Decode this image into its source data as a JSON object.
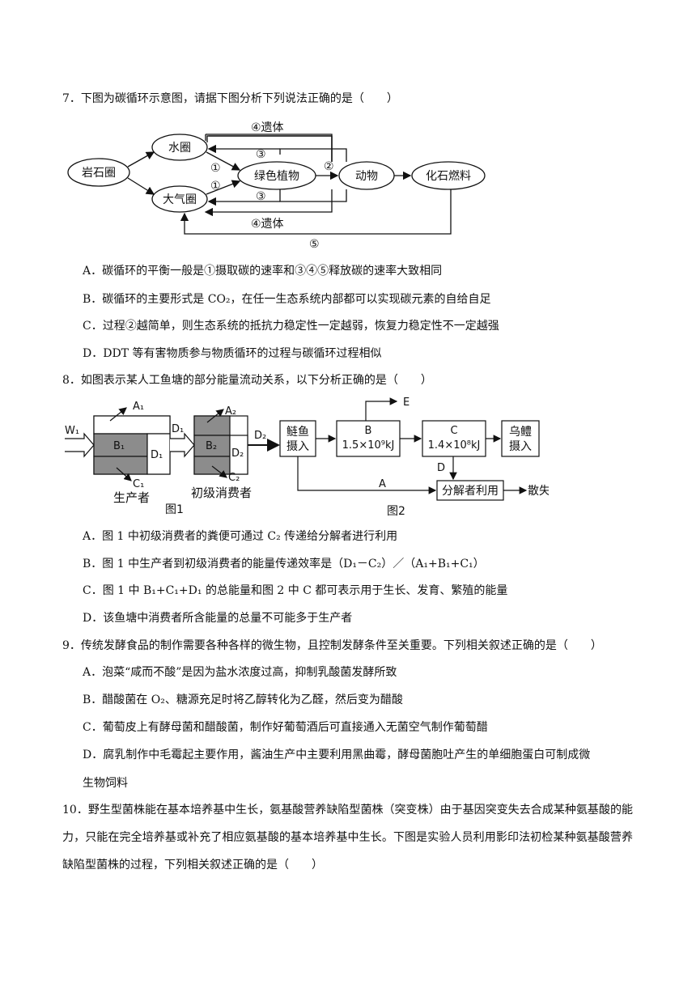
{
  "q7": {
    "stem": "7．下图为碳循环示意图，请据下图分析下列说法正确的是（　　）",
    "diagram": {
      "nodes": {
        "rock": "岩石圈",
        "water": "水圈",
        "atmosphere": "大气圈",
        "plants": "绿色植物",
        "animals": "动物",
        "fuel": "化石燃料"
      },
      "labels": {
        "remains_top": "④遗体",
        "remains_bottom": "④遗体",
        "n3_top": "③",
        "n3_bottom": "③",
        "n1_top": "①",
        "n1_bottom": "①",
        "n2": "②",
        "n5": "⑤"
      }
    },
    "options": {
      "A": "A．碳循环的平衡一般是①摄取碳的速率和③④⑤释放碳的速率大致相同",
      "B": "B．碳循环的主要形式是 CO₂，在任一生态系统内部都可以实现碳元素的自给自足",
      "C": "C．过程②越简单，则生态系统的抵抗力稳定性一定越弱，恢复力稳定性不一定越强",
      "D": "D．DDT 等有害物质参与物质循环的过程与碳循环过程相似"
    }
  },
  "q8": {
    "stem": "8．如图表示某人工鱼塘的部分能量流动关系，以下分析正确的是（　　）",
    "fig1": {
      "W1": "W₁",
      "A1": "A₁",
      "B1": "B₁",
      "C1": "C₁",
      "D1_in": "D₁",
      "D1_arrow": "D₁",
      "A2": "A₂",
      "B2": "B₂",
      "C2": "C₂",
      "D2_in": "D₂",
      "D2_arrow": "D₂",
      "producer": "生产者",
      "consumer": "初级消费者",
      "caption": "图1"
    },
    "fig2": {
      "silver_carp_line1": "鲢鱼",
      "silver_carp_line2": "摄入",
      "B_label": "B",
      "B_energy": "1.5×10⁹kJ",
      "C_label": "C",
      "C_energy": "1.4×10⁸kJ",
      "snakehead_line1": "乌鳢",
      "snakehead_line2": "摄入",
      "E": "E",
      "D": "D",
      "A": "A",
      "decomposer": "分解者利用",
      "dissipate": "散失",
      "caption": "图2"
    },
    "options": {
      "A": "A．图 1 中初级消费者的粪便可通过 C₂ 传递给分解者进行利用",
      "B": "B．图 1 中生产者到初级消费者的能量传递效率是（D₁－C₂）／（A₁+B₁+C₁）",
      "C": "C．图 1 中 B₁+C₁+D₁ 的总能量和图 2 中 C 都可表示用于生长、发育、繁殖的能量",
      "D": "D．该鱼塘中消费者所含能量的总量不可能多于生产者"
    }
  },
  "q9": {
    "stem": "9．传统发酵食品的制作需要各种各样的微生物，且控制发酵条件至关重要。下列相关叙述正确的是（　　）",
    "options": {
      "A": "A．泡菜“咸而不酸”是因为盐水浓度过高，抑制乳酸菌发酵所致",
      "B": "B．醋酸菌在 O₂、糖源充足时将乙醇转化为乙醛，然后变为醋酸",
      "C": "C．葡萄皮上有酵母菌和醋酸菌，制作好葡萄酒后可直接通入无菌空气制作葡萄醋",
      "D1": "D．腐乳制作中毛霉起主要作用，酱油生产中主要利用黑曲霉，酵母菌胞吐产生的单细胞蛋白可制成微",
      "D2": "生物饲料"
    }
  },
  "q10": {
    "stem": "10．野生型菌株能在基本培养基中生长，氨基酸营养缺陷型菌株（突变株）由于基因突变失去合成某种氨基酸的能力，只能在完全培养基或补充了相应氨基酸的基本培养基中生长。下图是实验人员利用影印法初检某种氨基酸营养缺陷型菌株的过程，下列相关叙述正确的是（　　）"
  }
}
